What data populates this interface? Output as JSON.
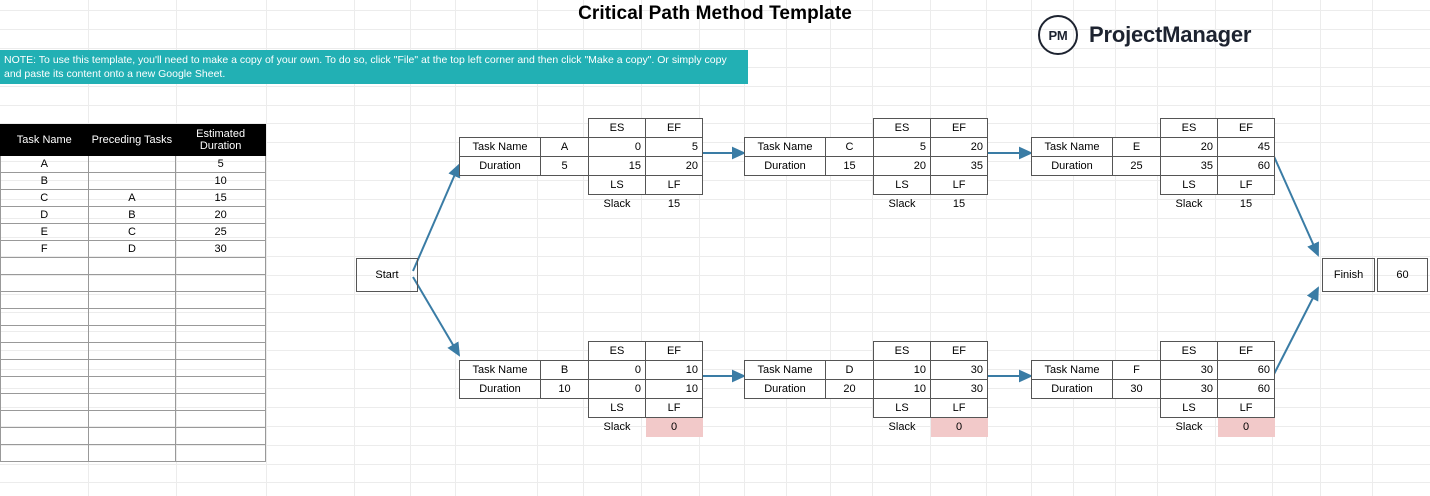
{
  "page": {
    "title": "Critical Path Method Template",
    "brand": {
      "mark": "PM",
      "name": "ProjectManager"
    },
    "note": "NOTE: To use this template, you'll need to make a copy of your own. To do so, click \"File\" at the top left corner and then click \"Make a copy\". Or simply copy and paste its content onto a new Google Sheet.",
    "colors": {
      "note_background": "#22b0b4",
      "table_header_background": "#000000",
      "slack_critical_background": "#f2c9c9",
      "slack_text": "#c0392b",
      "arrow": "#3a7ca5",
      "grid_line": "#ececec"
    }
  },
  "task_table": {
    "headers": [
      "Task Name",
      "Preceding Tasks",
      "Estimated Duration"
    ],
    "rows": [
      {
        "task": "A",
        "preceding": "",
        "duration": "5"
      },
      {
        "task": "B",
        "preceding": "",
        "duration": "10"
      },
      {
        "task": "C",
        "preceding": "A",
        "duration": "15"
      },
      {
        "task": "D",
        "preceding": "B",
        "duration": "20"
      },
      {
        "task": "E",
        "preceding": "C",
        "duration": "25"
      },
      {
        "task": "F",
        "preceding": "D",
        "duration": "30"
      }
    ],
    "empty_row_count": 12
  },
  "diagram": {
    "start_label": "Start",
    "finish_label": "Finish",
    "finish_value": "60",
    "field_labels": {
      "task_name": "Task Name",
      "duration": "Duration",
      "es": "ES",
      "ef": "EF",
      "ls": "LS",
      "lf": "LF",
      "slack": "Slack"
    },
    "nodes": [
      {
        "id": "A",
        "task": "A",
        "duration": "5",
        "es": "0",
        "ef": "5",
        "ls": "15",
        "lf": "20",
        "slack": "15",
        "critical": false
      },
      {
        "id": "C",
        "task": "C",
        "duration": "15",
        "es": "5",
        "ef": "20",
        "ls": "20",
        "lf": "35",
        "slack": "15",
        "critical": false
      },
      {
        "id": "E",
        "task": "E",
        "duration": "25",
        "es": "20",
        "ef": "45",
        "ls": "35",
        "lf": "60",
        "slack": "15",
        "critical": false
      },
      {
        "id": "B",
        "task": "B",
        "duration": "10",
        "es": "0",
        "ef": "10",
        "ls": "0",
        "lf": "10",
        "slack": "0",
        "critical": true
      },
      {
        "id": "D",
        "task": "D",
        "duration": "20",
        "es": "10",
        "ef": "30",
        "ls": "10",
        "lf": "30",
        "slack": "0",
        "critical": true
      },
      {
        "id": "F",
        "task": "F",
        "duration": "30",
        "es": "30",
        "ef": "60",
        "ls": "30",
        "lf": "60",
        "slack": "0",
        "critical": true
      }
    ]
  }
}
